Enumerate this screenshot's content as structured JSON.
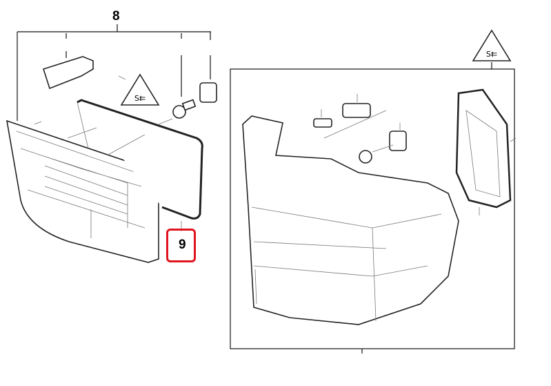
{
  "diagram": {
    "labels": {
      "part_8": "8",
      "part_9": "9"
    },
    "highlight_color": "#e0141e",
    "highlighted_part": "9"
  }
}
